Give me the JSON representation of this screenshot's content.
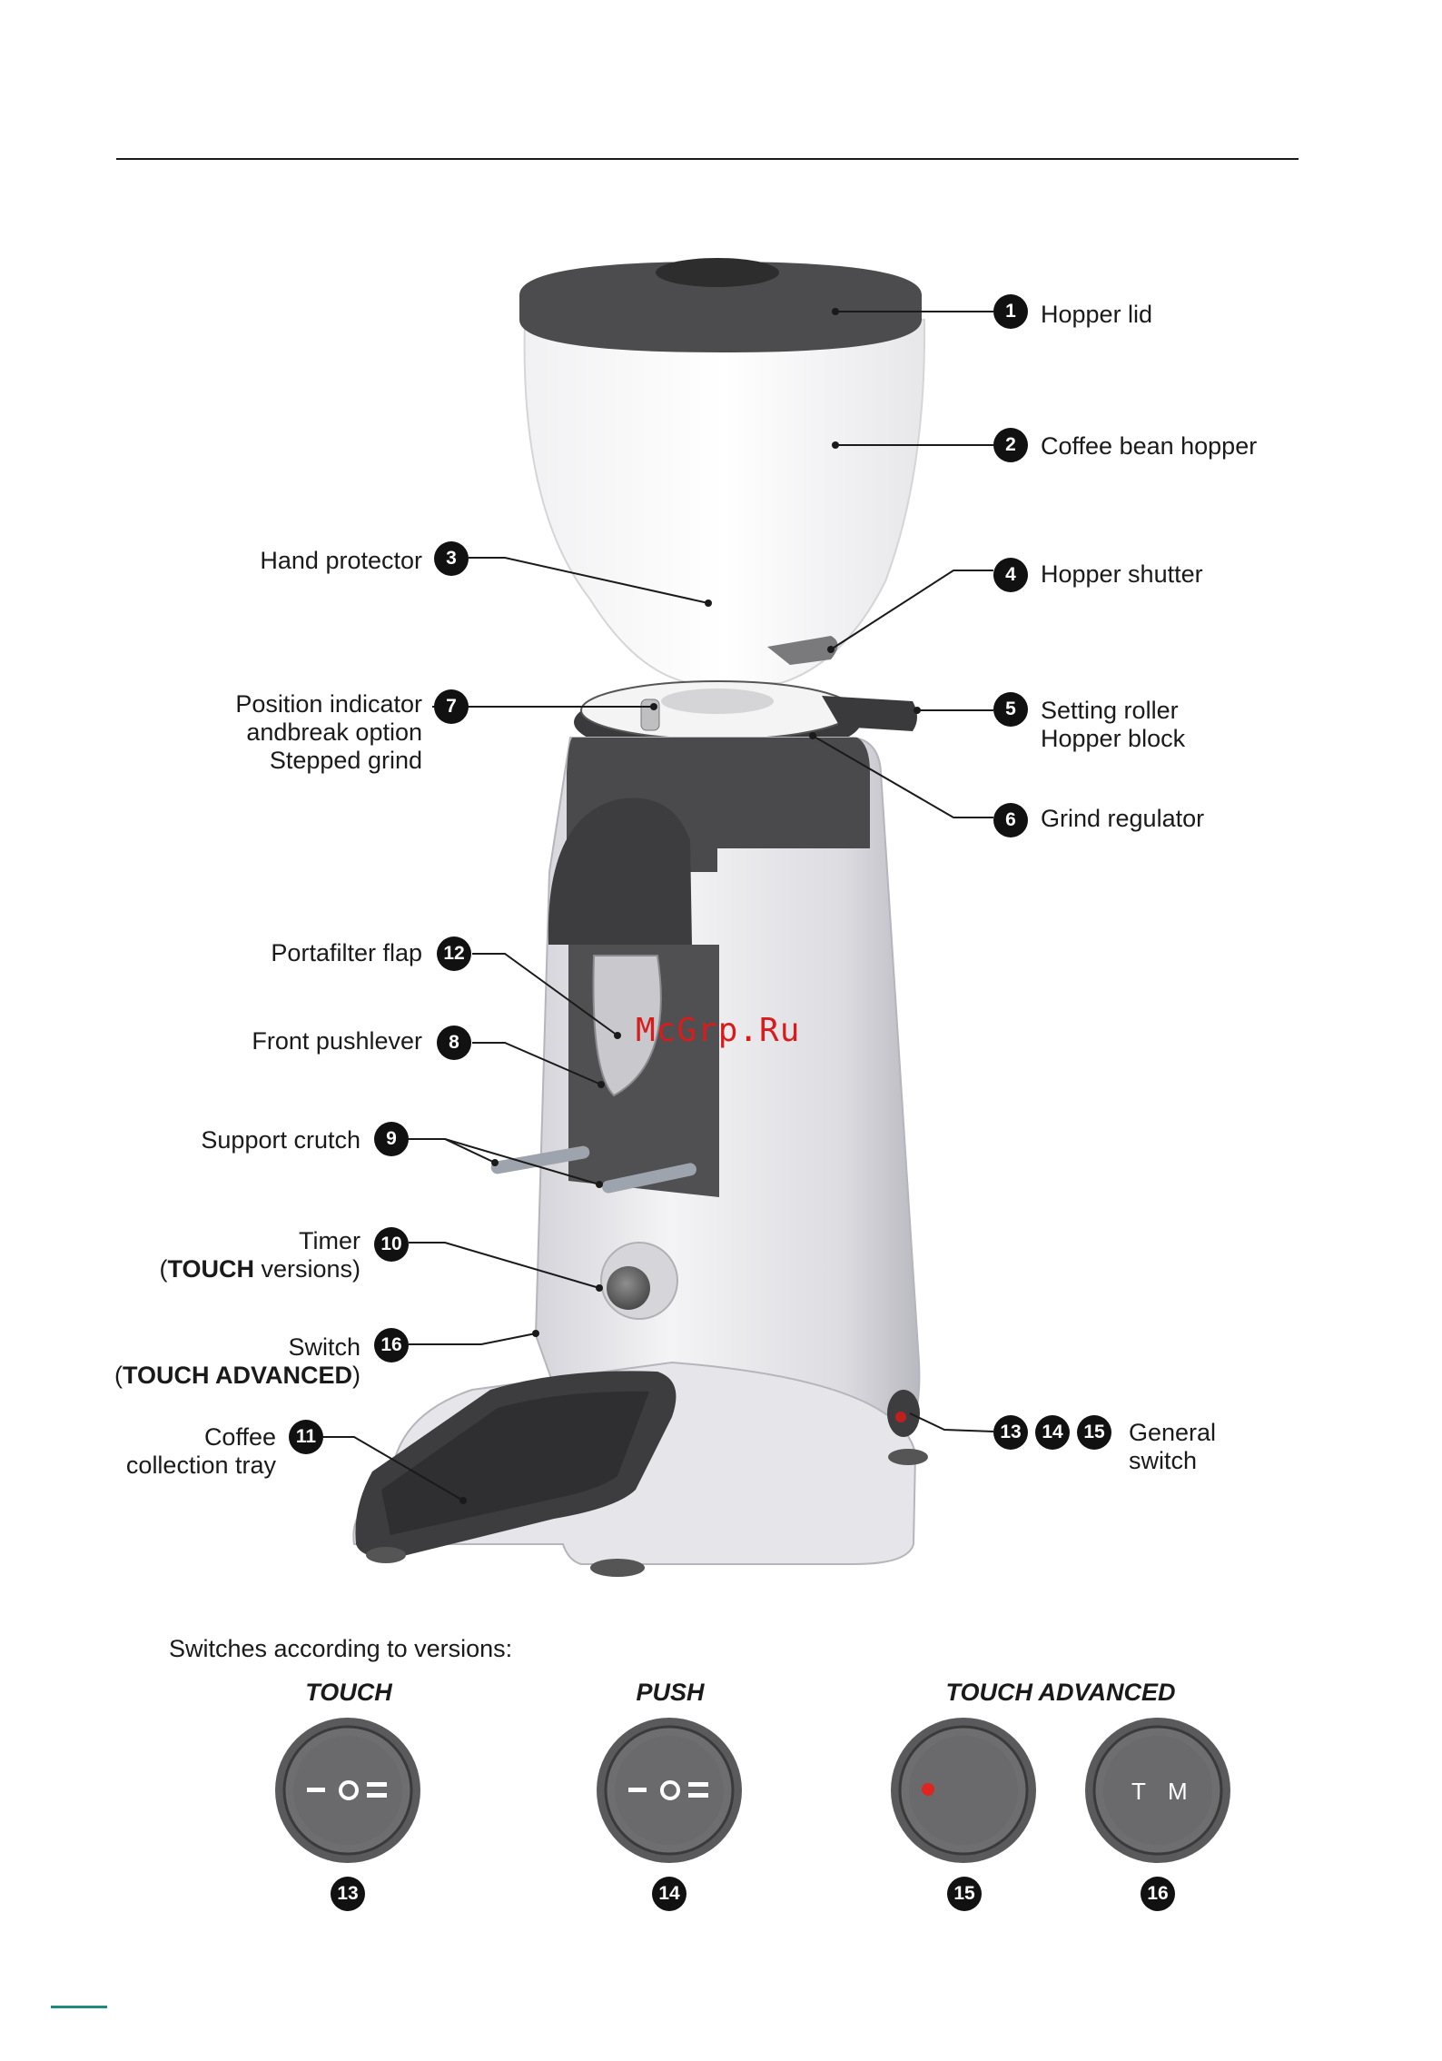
{
  "callouts": [
    {
      "num": "1",
      "label": "Hopper lid"
    },
    {
      "num": "2",
      "label": "Coffee bean hopper"
    },
    {
      "num": "3",
      "label": "Hand protector"
    },
    {
      "num": "4",
      "label": "Hopper shutter"
    },
    {
      "num": "5",
      "label_line1": "Setting roller",
      "label_line2": "Hopper block"
    },
    {
      "num": "6",
      "label": "Grind regulator"
    },
    {
      "num": "7",
      "label_line1": "Position indicator",
      "label_line2": "andbreak option",
      "label_line3": "Stepped grind"
    },
    {
      "num": "8",
      "label": "Front pushlever"
    },
    {
      "num": "9",
      "label": "Support crutch"
    },
    {
      "num": "10",
      "label_line1": "Timer",
      "label_pre": "(",
      "label_bold": "TOUCH",
      "label_post": " versions)"
    },
    {
      "num": "11",
      "label_line1": "Coffee",
      "label_line2": "collection tray"
    },
    {
      "num": "12",
      "label": "Portafilter flap"
    },
    {
      "num": "13"
    },
    {
      "num": "14"
    },
    {
      "num": "15"
    },
    {
      "num": "16",
      "label_line1": "Switch",
      "label_pre": "(",
      "label_bold": "TOUCH ADVANCED",
      "label_post": ")"
    }
  ],
  "general_switch": {
    "line1": "General",
    "line2": "switch"
  },
  "versions": {
    "caption": "Switches according to versions:",
    "items": [
      {
        "title": "TOUCH",
        "num": "13",
        "symbol": "− ○ ="
      },
      {
        "title": "PUSH",
        "num": "14",
        "symbol": "− ○ ="
      },
      {
        "title": "TOUCH ADVANCED",
        "num": "15",
        "symbol": "red-led"
      },
      {
        "title": "",
        "num": "16",
        "symbol": "T   M"
      }
    ]
  },
  "watermark": "McGrp.Ru",
  "colors": {
    "badge": "#111111",
    "body": "#e2e2e6",
    "dark": "#454545",
    "accent": "#1f8a7d",
    "led": "#d81c1c"
  }
}
